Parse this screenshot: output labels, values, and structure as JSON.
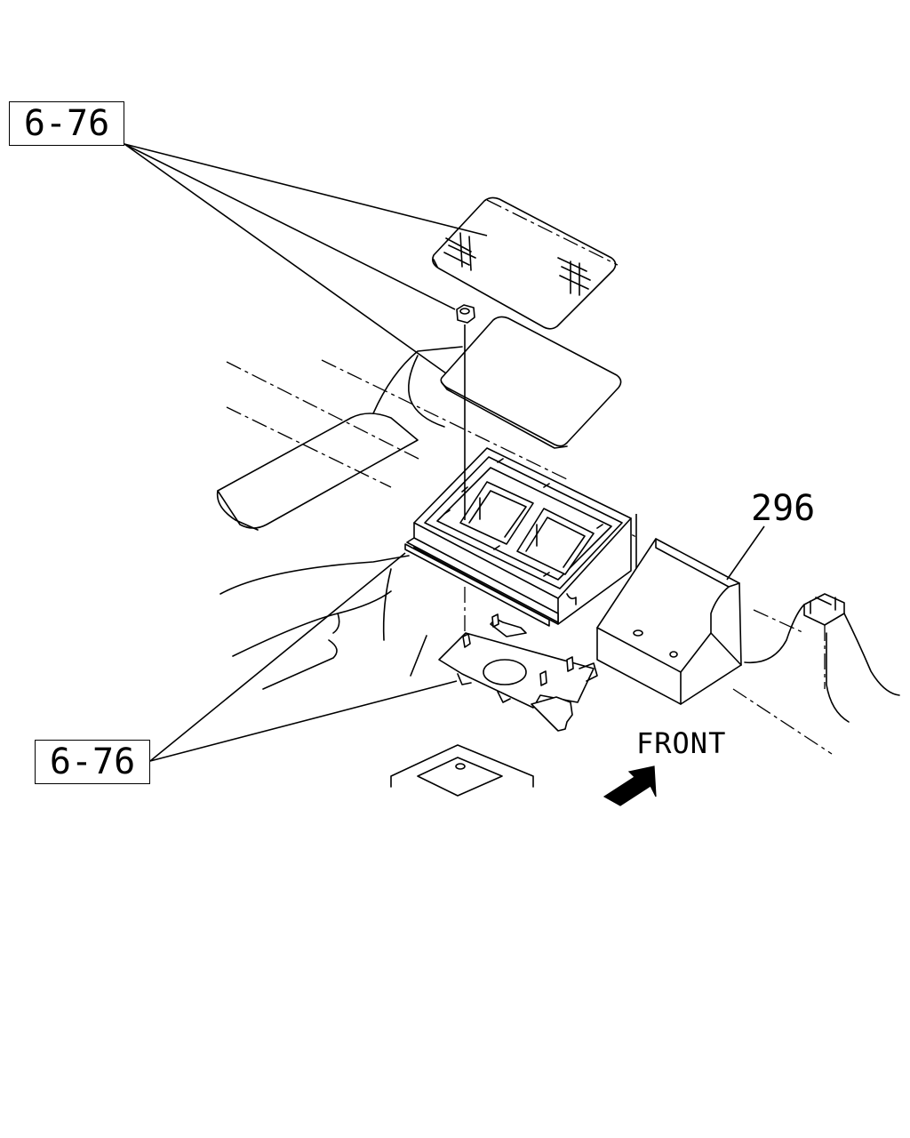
{
  "callouts": {
    "top_ref": "6-76",
    "bottom_ref": "6-76",
    "part_number": "296"
  },
  "orientation": {
    "label": "FRONT"
  }
}
